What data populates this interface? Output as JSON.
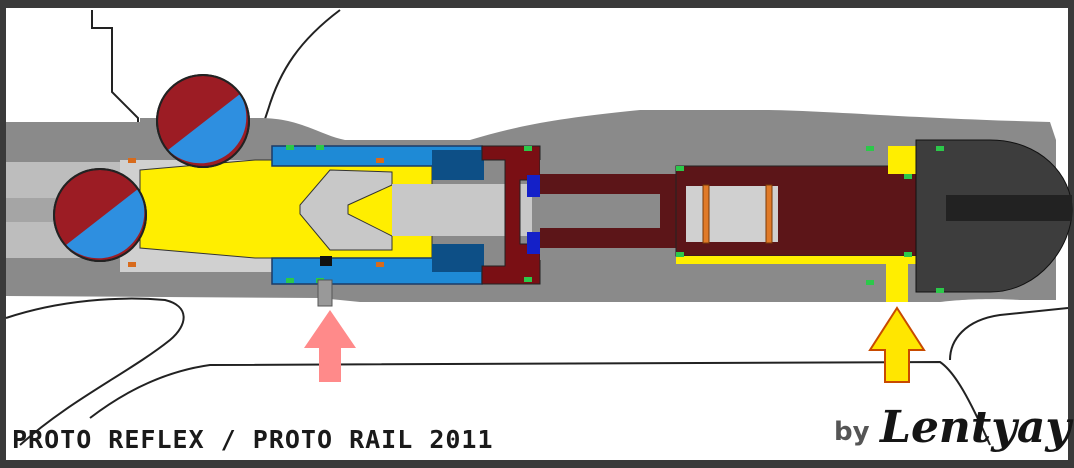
{
  "diagram": {
    "title": "PROTO REFLEX / PROTO RAIL 2011",
    "credit_prefix": "by",
    "credit_author": "Lentyay"
  },
  "colors": {
    "frame": "#3a3a3a",
    "background": "#ffffff",
    "body_gray": "#888888",
    "bore_gray": "#c8c8c8",
    "bolt_yellow": "#ffee00",
    "sleeve_blue": "#1e8ad6",
    "valve_red": "#7a0f14",
    "chamber_red": "#5c1518",
    "ball_red": "#9c1c24",
    "ball_blue": "#2e8fe0",
    "arrow_pink": "#ff8a8a",
    "arrow_yellow": "#ffe600",
    "seal_green": "#2cc84a",
    "seal_orange": "#d86b1c"
  }
}
